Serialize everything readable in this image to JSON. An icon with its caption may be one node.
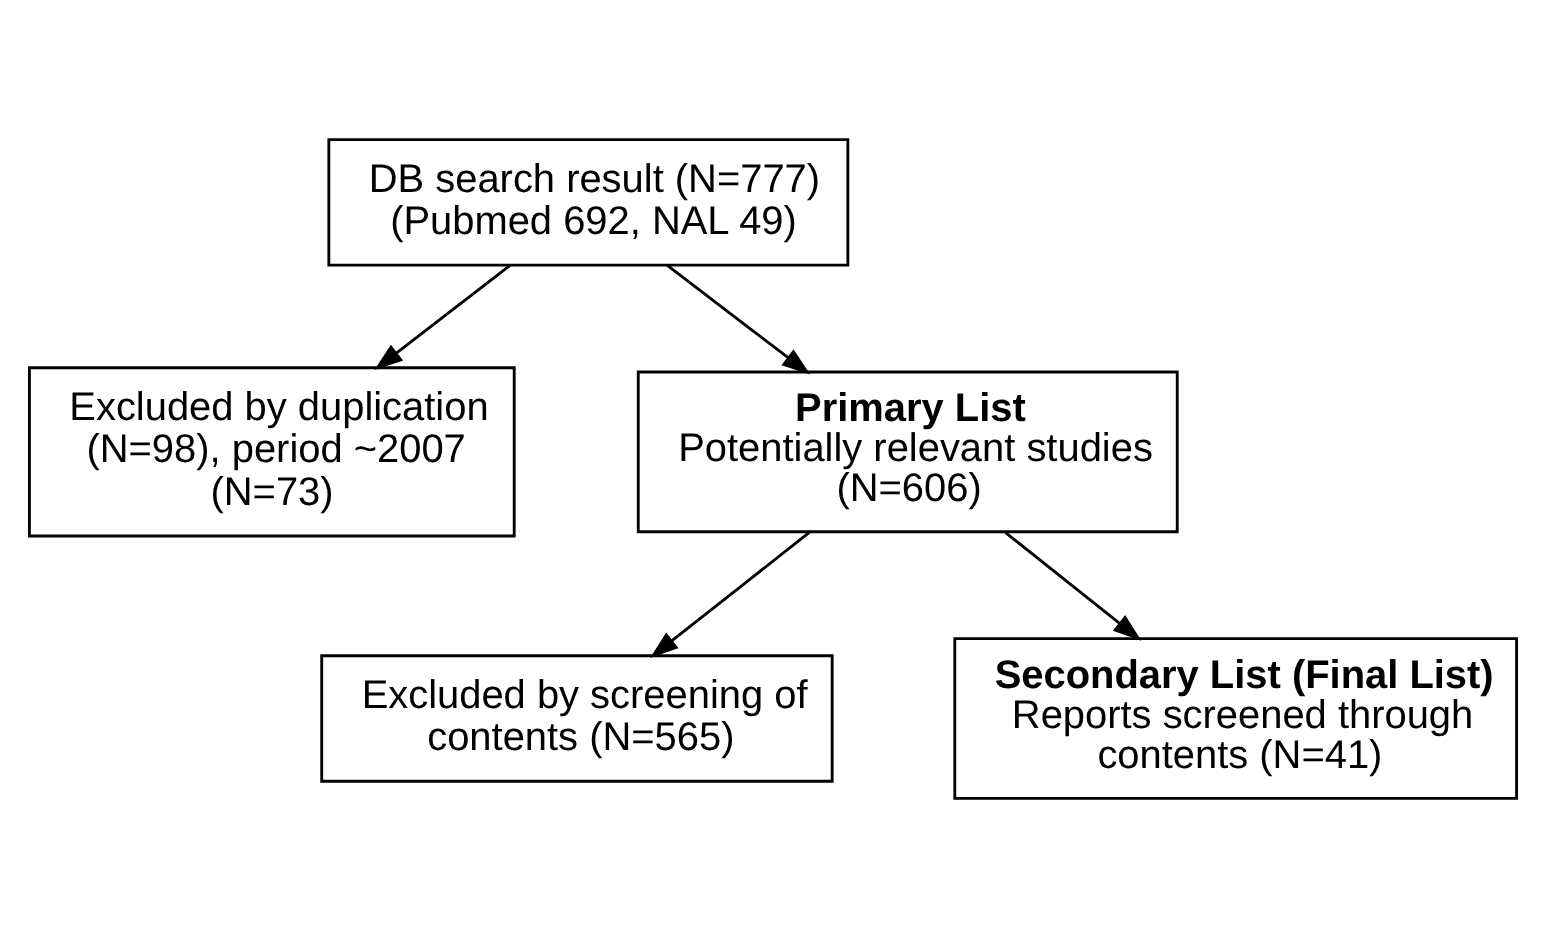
{
  "diagram": {
    "nodes": [
      {
        "text": [
          "DB search result (N=777) (Pubmed 692, NAL 49)"
        ]
      },
      {
        "text": [
          "Excluded by duplication (N=98), period ~2007 (N=73)"
        ]
      },
      {
        "text": [
          "Primary List",
          "Potentially relevant studies (N=606)"
        ]
      },
      {
        "text": [
          "Excluded by screening of contents (N=565)"
        ]
      },
      {
        "text": [
          "Secondary List (Final List)",
          "Reports screened through contents (N=41)"
        ]
      }
    ],
    "edges": [
      {
        "from": 0,
        "to": 2,
        "arrow": "to"
      },
      {
        "from": 0,
        "to": 1,
        "arrow": "to"
      },
      {
        "from": 2,
        "to": 4,
        "arrow": "to"
      },
      {
        "from": 2,
        "to": 3,
        "arrow": "to"
      }
    ]
  }
}
